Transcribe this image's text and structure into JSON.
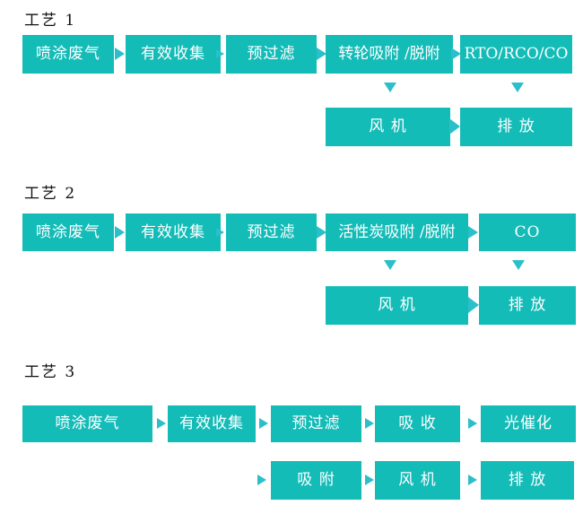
{
  "colors": {
    "box_fill": "#14bcb8",
    "arrow_fill": "#2bbfca",
    "title_text": "#111111",
    "box_text": "#ffffff",
    "background": "#ffffff"
  },
  "icons": {
    "flow_right_arrow": "css-triangle-right",
    "flow_down_arrow": "css-triangle-down"
  },
  "diagram": {
    "processes": [
      {
        "title": "工艺 1",
        "row1": [
          "喷涂废气",
          "有效收集",
          "预过滤",
          "转轮吸附 /脱附",
          "RTO/RCO/CO"
        ],
        "row2": [
          "风 机",
          "排 放"
        ]
      },
      {
        "title": "工艺 2",
        "row1": [
          "喷涂废气",
          "有效收集",
          "预过滤",
          "活性炭吸附 /脱附",
          "CO"
        ],
        "row2": [
          "风 机",
          "排 放"
        ]
      },
      {
        "title": "工艺 3",
        "row1": [
          "喷涂废气",
          "有效收集",
          "预过滤",
          "吸 收",
          "光催化"
        ],
        "row2": [
          "吸 附",
          "风 机",
          "排 放"
        ]
      }
    ]
  }
}
